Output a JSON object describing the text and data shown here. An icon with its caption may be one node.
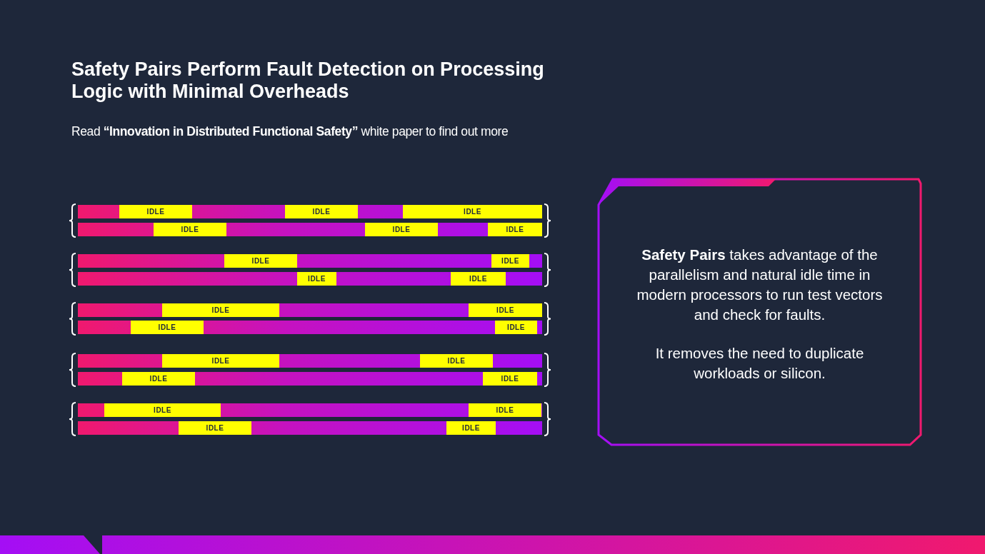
{
  "diagram": {
    "title": "Safety Pairs Perform Fault Detection on Processing Logic with Minimal Overheads",
    "nodes": [
      {
        "text": [
          "IDLE"
        ]
      },
      {
        "text": [
          "IDLE"
        ]
      },
      {
        "text": [
          "IDLE"
        ]
      },
      {
        "text": [
          "IDLE"
        ]
      },
      {
        "text": [
          "IDLE"
        ]
      },
      {
        "text": [
          "IDLE"
        ]
      },
      {
        "text": [
          "IDLE"
        ]
      },
      {
        "text": [
          "IDLE"
        ]
      },
      {
        "text": [
          "IDLE"
        ]
      },
      {
        "text": [
          "IDLE"
        ]
      },
      {
        "text": [
          "IDLE"
        ]
      },
      {
        "text": [
          "IDLE"
        ]
      },
      {
        "text": [
          "IDLE"
        ]
      },
      {
        "text": [
          "IDLE"
        ]
      },
      {
        "text": [
          "IDLE"
        ]
      },
      {
        "text": [
          "IDLE"
        ]
      },
      {
        "text": [
          "IDLE"
        ]
      },
      {
        "text": [
          "IDLE"
        ]
      },
      {
        "text": [
          "IDLE"
        ]
      },
      {
        "text": [
          "IDLE"
        ]
      },
      {
        "text": [
          "IDLE"
        ]
      },
      {
        "text": [
          "IDLE"
        ]
      },
      {
        "text": [
          "**Safety Pairs** takes advantage of the parallelism and natural idle time in modern processors to run test vectors and check for faults.",
          "It removes the need to duplicate workloads or silicon."
        ]
      }
    ],
    "edges": [],
    "labels": [
      "Read **“Innovation in Distributed Functional Safety”** white paper to find out more"
    ]
  }
}
